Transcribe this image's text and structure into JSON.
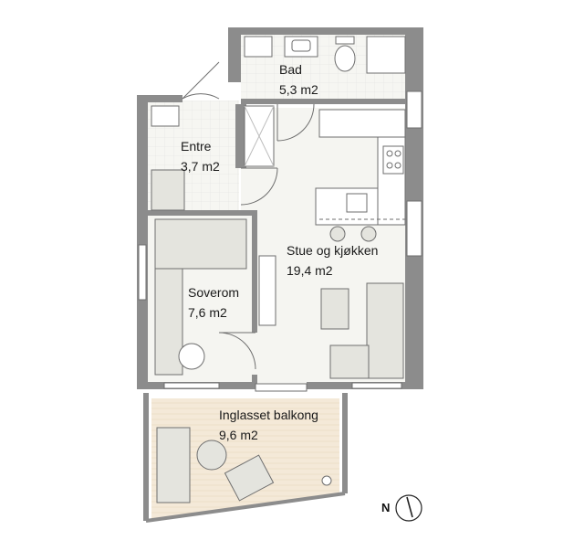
{
  "rooms": {
    "bad": {
      "name": "Bad",
      "area": "5,3 m2"
    },
    "entre": {
      "name": "Entre",
      "area": "3,7 m2"
    },
    "stue": {
      "name": "Stue og kjøkken",
      "area": "19,4 m2"
    },
    "soverom": {
      "name": "Soverom",
      "area": "7,6 m2"
    },
    "balkong": {
      "name": "Inglasset balkong",
      "area": "9,6 m2"
    }
  },
  "compass": {
    "label": "N"
  },
  "colors": {
    "wall": "#8c8c8c",
    "floor": "#f3f3ee",
    "balcony_floor": "#f4e9d8",
    "furniture": "#e4e4de",
    "line": "#6e6e6e"
  }
}
